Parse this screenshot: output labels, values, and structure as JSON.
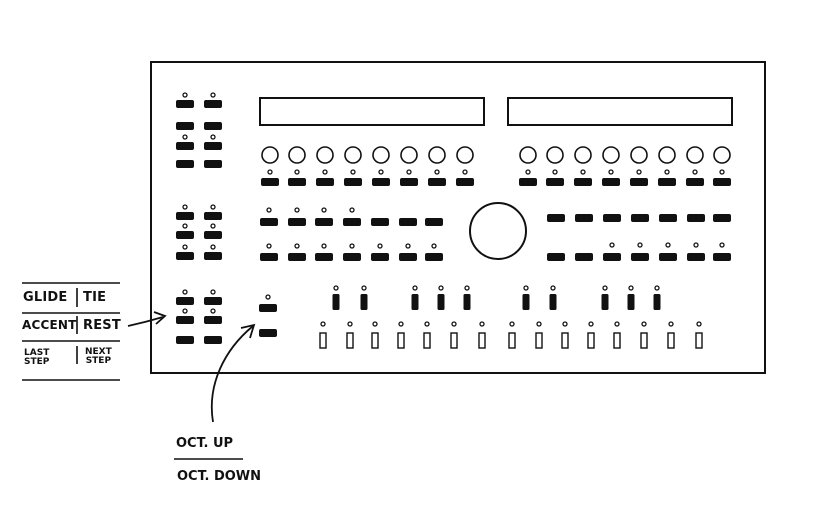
{
  "legend": {
    "glide": "GLIDE",
    "tie": "TIE",
    "accent": "ACCENT",
    "rest": "REST",
    "last_step_line1": "LAST",
    "last_step_line2": "STEP",
    "next_step_line1": "NEXT",
    "next_step_line2": "STEP"
  },
  "octave_note": {
    "up": "OCT. UP",
    "down": "OCT. DOWN"
  }
}
